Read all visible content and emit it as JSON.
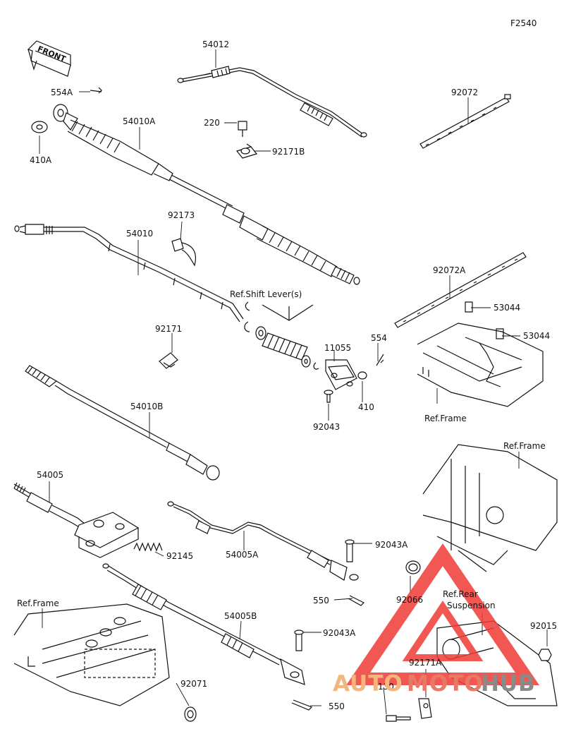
{
  "figure_code": "F2540",
  "front_label": "FRONT",
  "watermark": {
    "auto": "AUTO",
    "moto": "MOTO",
    "hub": "HUB",
    "auto_color": "#f3b77e",
    "moto_color": "#e67a67",
    "hub_color": "#8a8a8a",
    "logo_color": "#ef3b36"
  },
  "refs": {
    "shift_lever": "Ref.Shift Lever(s)",
    "frame_mid": "Ref.Frame",
    "frame_right": "Ref.Frame",
    "frame_left": "Ref.Frame",
    "rear_suspension_1": "Ref.Rear",
    "rear_suspension_2": "Suspension"
  },
  "parts": {
    "p54012": "54012",
    "p554A": "554A",
    "p410A": "410A",
    "p54010A": "54010A",
    "p220": "220",
    "p92171B": "92171B",
    "p92072": "92072",
    "p92173": "92173",
    "p54010": "54010",
    "p92072A": "92072A",
    "p53044a": "53044",
    "p53044b": "53044",
    "p92171": "92171",
    "p11055": "11055",
    "p554": "554",
    "p410": "410",
    "p92043": "92043",
    "p54010B": "54010B",
    "p54005": "54005",
    "p92145": "92145",
    "p54005A": "54005A",
    "p92043A_1": "92043A",
    "p550_1": "550",
    "p92066": "92066",
    "p54005B": "54005B",
    "p92043A_2": "92043A",
    "p92015": "92015",
    "p92171A": "92171A",
    "p130": "130",
    "p92071": "92071",
    "p550_2": "550"
  }
}
